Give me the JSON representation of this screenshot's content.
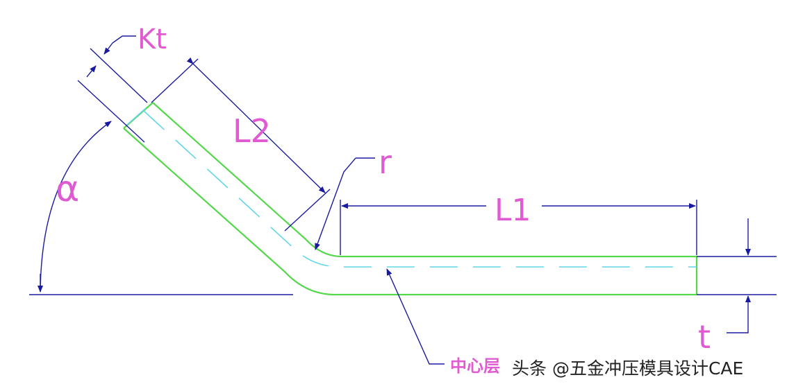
{
  "diagram": {
    "labels": {
      "kt": "Kt",
      "l2": "L2",
      "r": "r",
      "l1": "L1",
      "alpha": "α",
      "t": "t",
      "center_layer": "中心层"
    },
    "watermark": "头条 @五金冲压模具设计CAE",
    "colors": {
      "outline": "#53d84a",
      "neutral_layer": "#61d6e6",
      "dimension": "#1a1aa0",
      "label": "#e05ad2"
    }
  }
}
